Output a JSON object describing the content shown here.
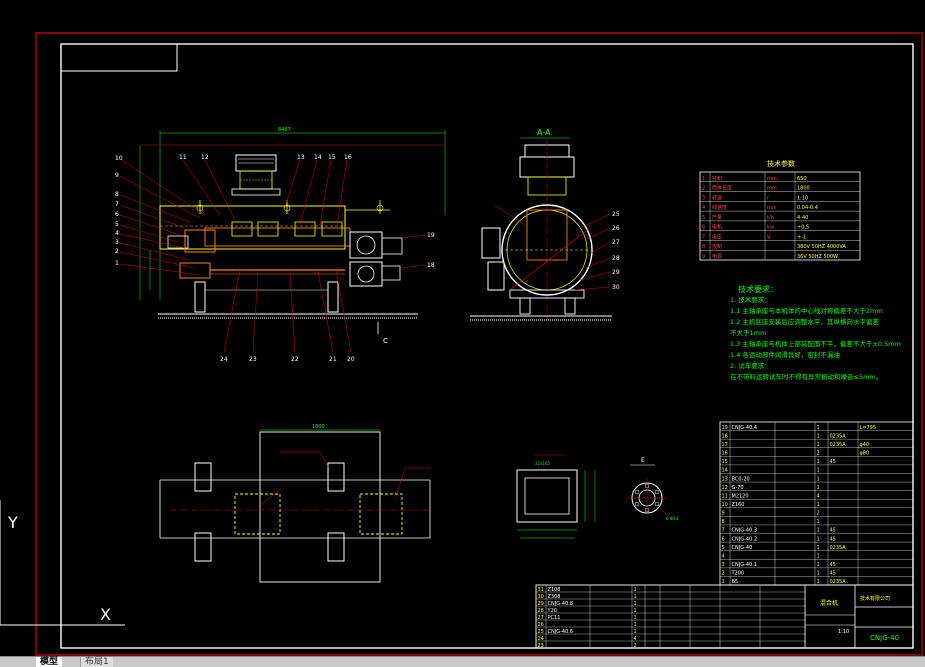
{
  "drawing": {
    "overall_dim": "8467",
    "section_label": "A-A",
    "view_c_label": "C",
    "width_dim": "1800",
    "view_e_label": "E",
    "detail_dims": [
      "32x165",
      "6-Ф14"
    ],
    "callouts_top": [
      "11",
      "12",
      "13",
      "14",
      "15",
      "16"
    ],
    "callouts_left": [
      "10",
      "9",
      "8",
      "7",
      "6",
      "5",
      "4",
      "3",
      "2",
      "1"
    ],
    "callouts_bottom": [
      "24",
      "23",
      "22",
      "21",
      "20"
    ],
    "callouts_right": [
      "19",
      "18"
    ],
    "callouts_section": [
      "25",
      "26",
      "27",
      "28",
      "29",
      "30"
    ]
  },
  "tech_params": {
    "title": "技术参数",
    "rows": [
      [
        "1",
        "容积",
        "mm",
        "650"
      ],
      [
        "2",
        "筒体长度",
        "mm",
        "1800"
      ],
      [
        "3",
        "转速",
        "r",
        "1:10"
      ],
      [
        "4",
        "线速度",
        "m/s",
        "0.04-0.4"
      ],
      [
        "5",
        "产量",
        "t/h",
        "4-40"
      ],
      [
        "6",
        "电机",
        "kw",
        "+0.5"
      ],
      [
        "7",
        "电压",
        "V",
        "+-1"
      ],
      [
        "8",
        "控制",
        "",
        "380V 50HZ 4000VA"
      ],
      [
        "9",
        "电源",
        "",
        "36V 50HZ 500W"
      ]
    ]
  },
  "notes": {
    "title": "技术要求：",
    "lines": [
      "1. 技术要求：",
      "1.1 主轴承座与本机体的中心线对称偏差不大于2mm",
      "1.2 主机底座安装后应调整水平，其纵横向水平偏差",
      "    不大于1mm",
      "1.3 主轴承座与机体上部装配面不平，偏差不大于±0.5mm",
      "1.4 各运动部件润滑良好，密封不漏油",
      "2. 试车要求：",
      "在不带料运转试车时不得有异常振动和噪音≤5mm。"
    ]
  },
  "bom_upper": [
    [
      "19",
      "CNJG-40.4",
      "",
      "1",
      "",
      "L=795"
    ],
    [
      "18",
      "",
      "",
      "1",
      "0235A",
      ""
    ],
    [
      "17",
      "",
      "",
      "1",
      "0235A",
      "φ40"
    ],
    [
      "16",
      "",
      "",
      "2",
      "",
      "φ80"
    ],
    [
      "15",
      "",
      "",
      "1",
      "45",
      ""
    ],
    [
      "14",
      "",
      "",
      "1",
      "",
      ""
    ],
    [
      "13",
      "BC0-20",
      "",
      "1",
      "",
      ""
    ],
    [
      "12",
      "G-70",
      "",
      "1",
      "",
      ""
    ],
    [
      "11",
      "M2120",
      "",
      "4",
      "",
      ""
    ],
    [
      "10",
      "Z160",
      "",
      "1",
      "",
      ""
    ],
    [
      "9",
      "",
      "",
      "2",
      "",
      ""
    ],
    [
      "8",
      "",
      "",
      "1",
      "",
      ""
    ],
    [
      "7",
      "CNJG-40.3",
      "",
      "1",
      "45",
      ""
    ],
    [
      "6",
      "CNJG-40.2",
      "",
      "1",
      "45",
      ""
    ],
    [
      "5",
      "CNJG-40",
      "",
      "1",
      "0235A",
      ""
    ],
    [
      "4",
      "",
      "",
      "1",
      "",
      ""
    ],
    [
      "3",
      "CNJG-40.1",
      "",
      "1",
      "45",
      ""
    ],
    [
      "2",
      "T200",
      "",
      "1",
      "45",
      ""
    ],
    [
      "1",
      "B5",
      "",
      "1",
      "0235A",
      ""
    ]
  ],
  "bom_lower": [
    [
      "31",
      "Z108",
      "",
      "1",
      ""
    ],
    [
      "30",
      "Z308",
      "",
      "1",
      ""
    ],
    [
      "29",
      "CNJG-40.8",
      "",
      "1",
      ""
    ],
    [
      "28",
      "Y20",
      "",
      "1",
      ""
    ],
    [
      "27",
      "PC11",
      "",
      "1",
      ""
    ],
    [
      "26",
      "",
      "",
      "1",
      ""
    ],
    [
      "25",
      "CNJG-40.6",
      "",
      "1",
      ""
    ],
    [
      "24",
      "",
      "",
      "4",
      ""
    ],
    [
      "23",
      "",
      "",
      "2",
      ""
    ]
  ],
  "title_block": {
    "company": "技术有限公司",
    "product_name": "混合机",
    "drawing_no": "CNJG-40",
    "scale": "1:10"
  },
  "ucs": {
    "y_label": "Y",
    "x_label": "X"
  },
  "tabs": {
    "model": "模型",
    "layout": "布局1"
  }
}
